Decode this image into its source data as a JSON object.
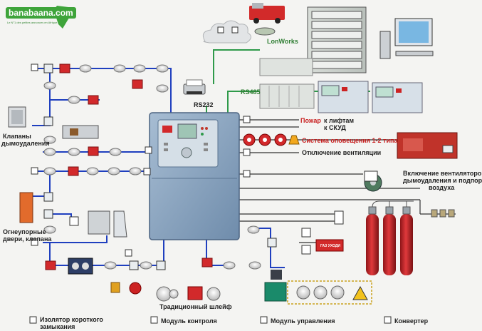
{
  "logo": {
    "name": "banabaana.com",
    "tagline": "Le N°1 des petites annonces en Afrique"
  },
  "labels": {
    "lonworks": "LonWorks",
    "rs485": "RS485",
    "rs232": "RS232",
    "valves": [
      "Клапаны",
      "дымоудаления"
    ],
    "fire_doors": [
      "Огнеупорные",
      "двери, клапана"
    ],
    "fire_signal": "Пожар",
    "elevators": "к лифтам",
    "acs": "к СКУД",
    "warning_system": "Система оповещения 1-2 типа",
    "vent_off": "Отключение вентиляции",
    "fan_on": [
      "Включение вентиляторов",
      "дымоудаления и подпора",
      "воздуха"
    ],
    "traditional_loop": "Традиционный шлейф",
    "gas_sign": "ГАЗ УХОДИ"
  },
  "legend": [
    {
      "icon": "isolator-icon",
      "text": [
        "Изолятор короткого",
        "замыкания"
      ]
    },
    {
      "icon": "control-module-icon",
      "text": [
        "Модуль контроля"
      ]
    },
    {
      "icon": "management-module-icon",
      "text": [
        "Модуль управления"
      ]
    },
    {
      "icon": "converter-icon",
      "text": [
        "Конвертер"
      ]
    }
  ],
  "colors": {
    "bus_blue": "#1f3fbf",
    "link_green": "#2e9a4a",
    "panel_blue": "#7f9bb8",
    "alarm_red": "#c81e1e",
    "cylinder_red": "#c8282c",
    "wire_dark": "#333333"
  }
}
